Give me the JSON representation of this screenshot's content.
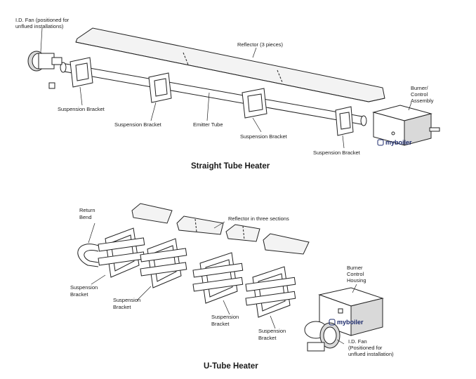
{
  "straight": {
    "title": "Straight Tube Heater",
    "fan_label_1": "I.D. Fan (positioned for",
    "fan_label_2": "unflued installations)",
    "reflector_label": "Reflector (3 pieces)",
    "burner_label_1": "Burner/",
    "burner_label_2": "Control",
    "burner_label_3": "Assembly",
    "bracket_1": "Suspension Bracket",
    "bracket_2": "Suspension Bracket",
    "emitter_label": "Emitter Tube",
    "bracket_3": "Suspension Bracket",
    "bracket_4": "Suspension Bracket",
    "watermark": "myboiler"
  },
  "utube": {
    "title": "U-Tube Heater",
    "return_1": "Return",
    "return_2": "Bend",
    "reflector_label": "Reflector in three sections",
    "bracket_a_1": "Suspension",
    "bracket_a_2": "Bracket",
    "bracket_b_1": "Suspension",
    "bracket_b_2": "Bracket",
    "bracket_c_1": "Suspension",
    "bracket_c_2": "Bracket",
    "bracket_d_1": "Suspension",
    "bracket_d_2": "Bracket",
    "burner_1": "Burner",
    "burner_2": "Control",
    "burner_3": "Housing",
    "fan_1": "I.D. Fan",
    "fan_2": "(Positioned for",
    "fan_3": "unflued installation)",
    "watermark": "myboiler"
  },
  "colors": {
    "watermark": "#1c2a6b",
    "ink": "#1a1a1a"
  },
  "icons": {
    "watermark_logo": "lock-badge-icon"
  }
}
